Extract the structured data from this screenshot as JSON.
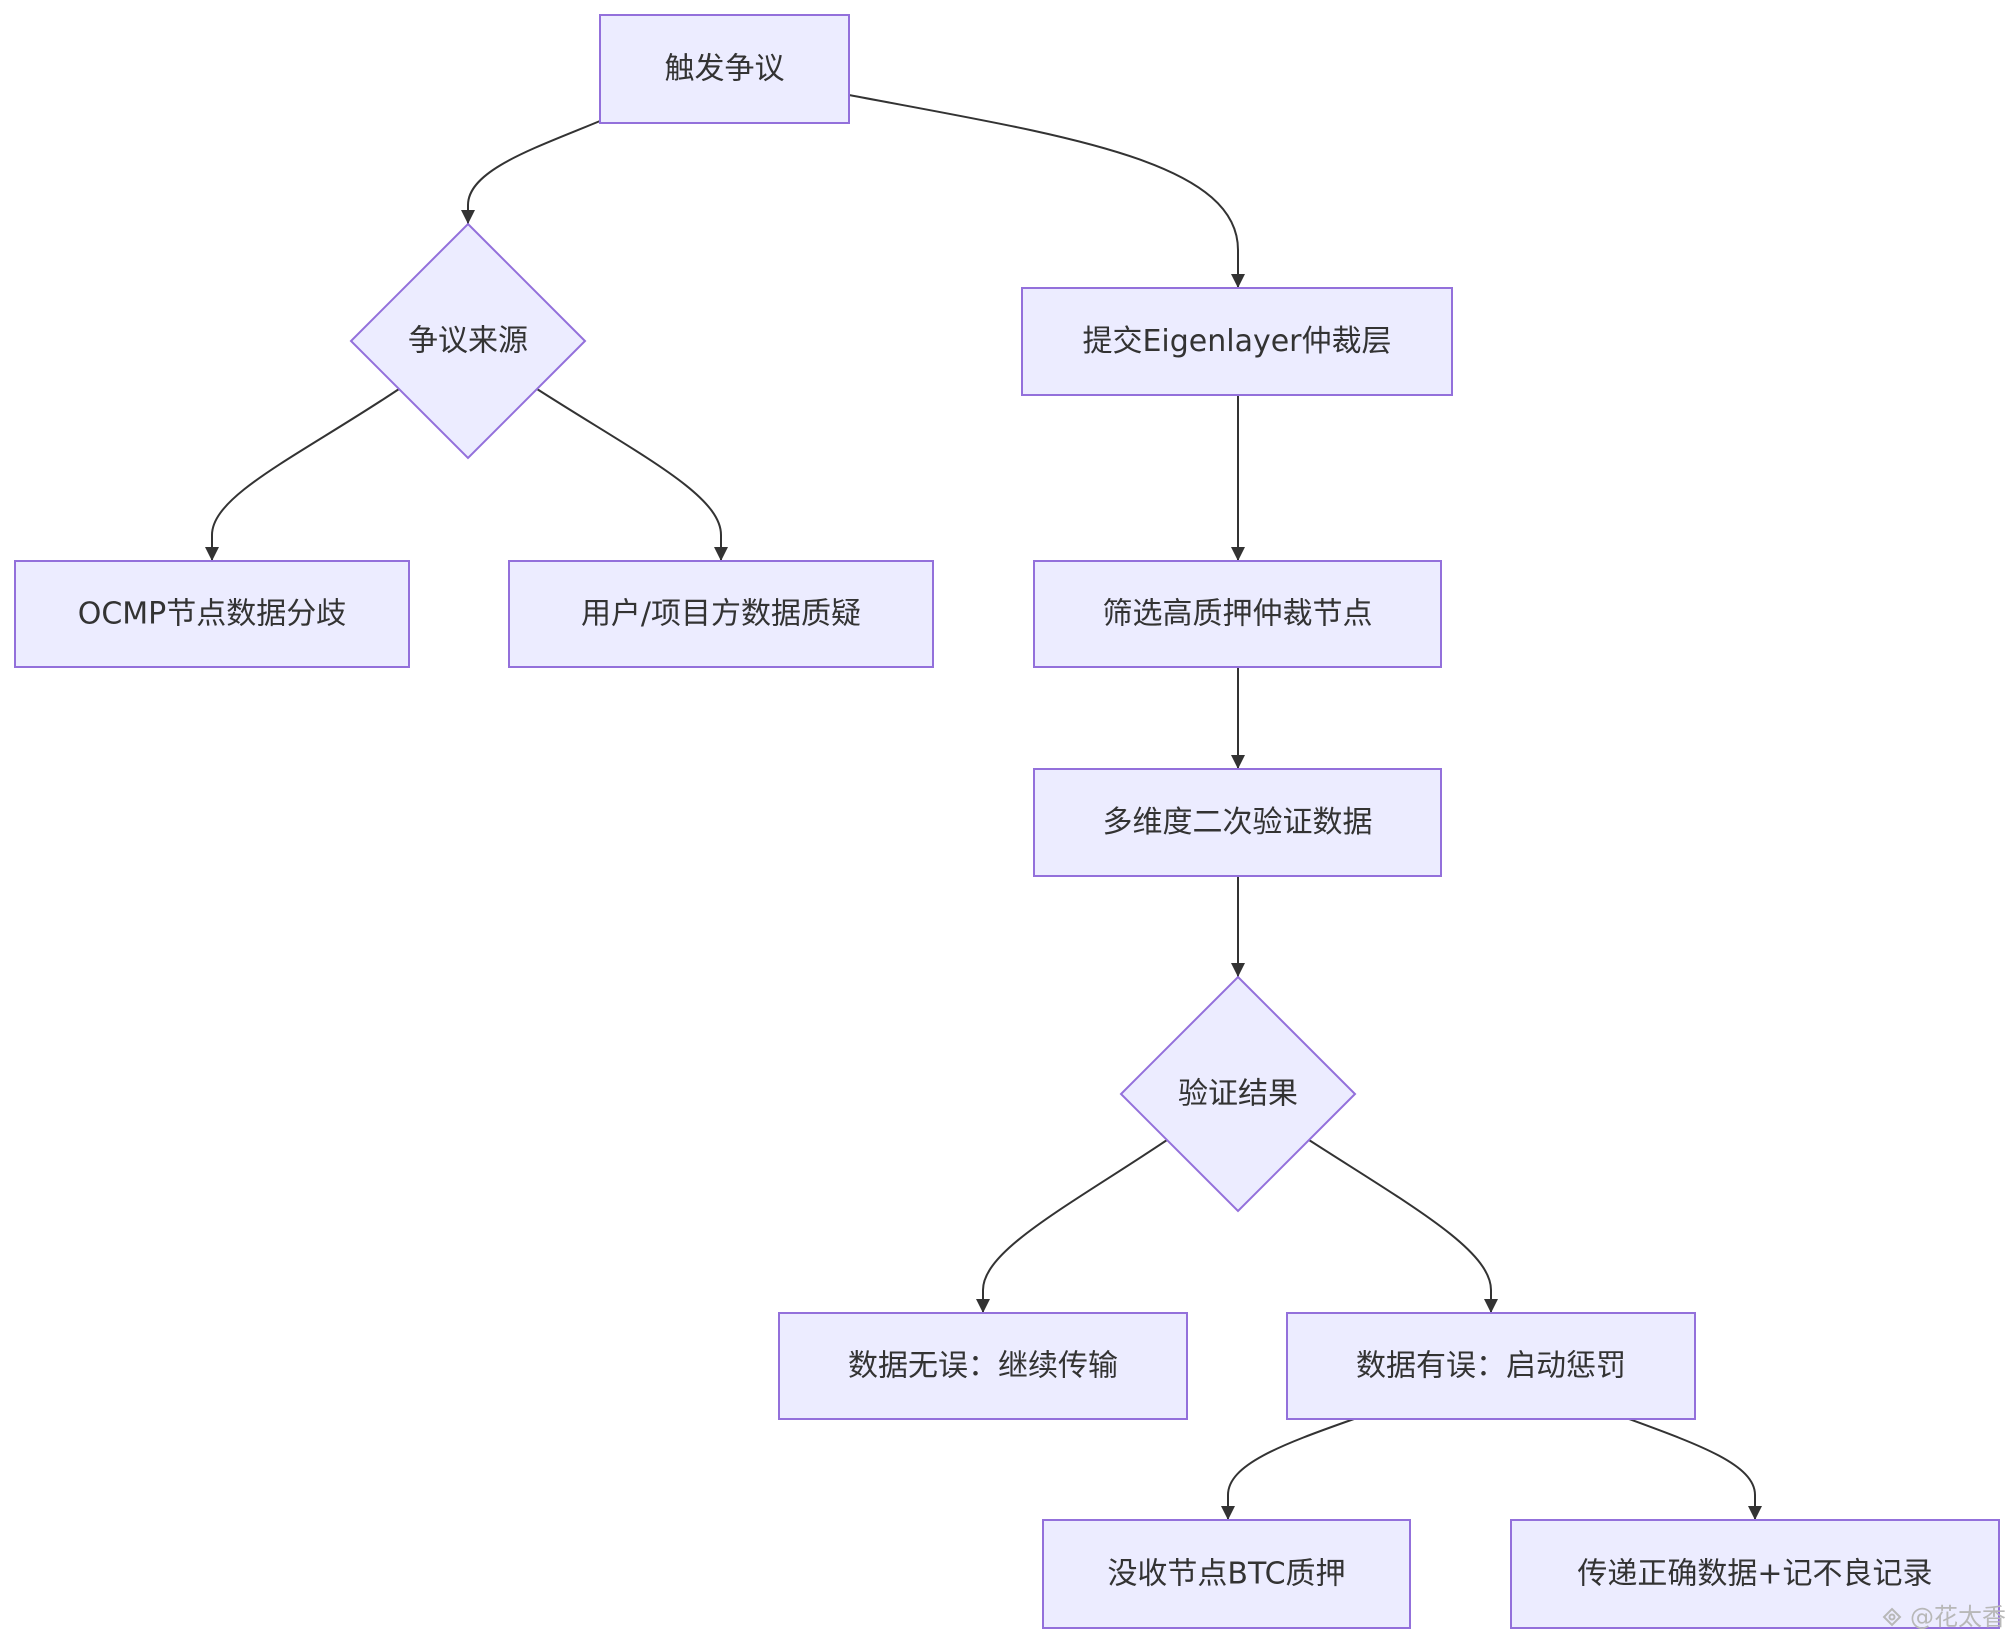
{
  "diagram": {
    "nodes": {
      "trigger": "触发争议",
      "dispute_source": "争议来源",
      "submit_arbitration": "提交Eigenlayer仲裁层",
      "ocmp_divergence": "OCMP节点数据分歧",
      "user_challenge": "用户/项目方数据质疑",
      "select_nodes": "筛选高质押仲裁节点",
      "verify": "多维度二次验证数据",
      "result": "验证结果",
      "correct": "数据无误：继续传输",
      "wrong": "数据有误：启动惩罚",
      "confiscate": "没收节点BTC质押",
      "pass_on": "传递正确数据+记不良记录"
    },
    "colors": {
      "node_fill": "#ECECFF",
      "node_stroke": "#9370DB",
      "edge": "#333333",
      "text": "#333333"
    }
  },
  "watermark": {
    "icon": "watermark-logo-icon",
    "text": "@花太香"
  }
}
